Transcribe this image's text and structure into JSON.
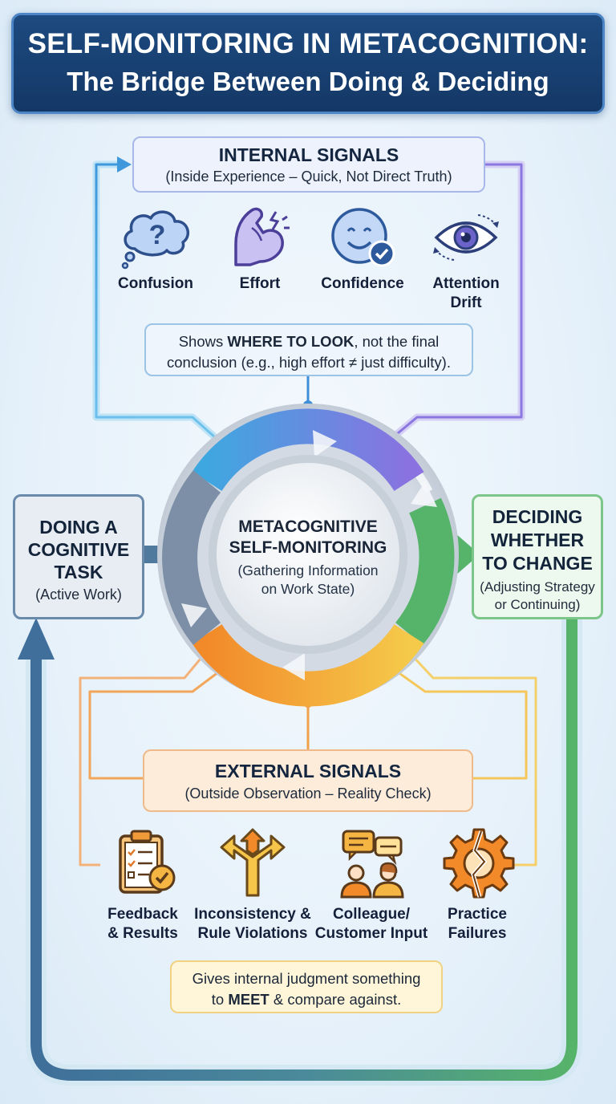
{
  "header": {
    "title_line1": "SELF-MONITORING IN METACOGNITION:",
    "title_line2": "The Bridge Between Doing & Deciding"
  },
  "internal": {
    "title": "INTERNAL SIGNALS",
    "subtitle": "(Inside Experience – Quick, Not Direct Truth)",
    "signals": [
      {
        "label": "Confusion",
        "icon": "thought-bubble-question-icon"
      },
      {
        "label": "Effort",
        "icon": "flexed-arm-icon"
      },
      {
        "label": "Confidence",
        "icon": "smiley-check-icon"
      },
      {
        "label_line1": "Attention",
        "label_line2": "Drift",
        "icon": "eye-icon"
      }
    ],
    "note_pre": "Shows ",
    "note_bold": "WHERE TO LOOK",
    "note_post": ", not the final",
    "note_line2": "conclusion (e.g., high effort ≠ just difficulty)."
  },
  "doing": {
    "line1": "DOING A",
    "line2": "COGNITIVE",
    "line3": "TASK",
    "subtitle": "(Active Work)"
  },
  "center": {
    "line1": "METACOGNITIVE",
    "line2": "SELF-MONITORING",
    "sub_line1": "(Gathering Information",
    "sub_line2": "on Work State)"
  },
  "deciding": {
    "line1": "DECIDING",
    "line2": "WHETHER",
    "line3": "TO CHANGE",
    "sub_line1": "(Adjusting Strategy",
    "sub_line2": "or Continuing)"
  },
  "external": {
    "title": "EXTERNAL SIGNALS",
    "subtitle": "(Outside Observation – Reality Check)",
    "signals": [
      {
        "line1": "Feedback",
        "line2": "& Results",
        "icon": "clipboard-check-icon"
      },
      {
        "line1": "Inconsistency &",
        "line2": "Rule Violations",
        "icon": "diverging-arrows-icon"
      },
      {
        "line1": "Colleague/",
        "line2": "Customer Input",
        "icon": "people-chat-icon"
      },
      {
        "line1": "Practice",
        "line2": "Failures",
        "icon": "broken-gear-icon"
      }
    ],
    "note_line1": "Gives internal judgment something",
    "note_pre": "to ",
    "note_bold": "MEET",
    "note_post": " & compare against."
  },
  "colors": {
    "navy": "#1d4a80",
    "internal_blue": "#4a88d8",
    "internal_purple": "#8a7ae0",
    "external_orange": "#f09a3a",
    "external_yellow": "#f2c552",
    "deciding_green": "#56b36a",
    "doing_blue": "#3f6f9a"
  }
}
